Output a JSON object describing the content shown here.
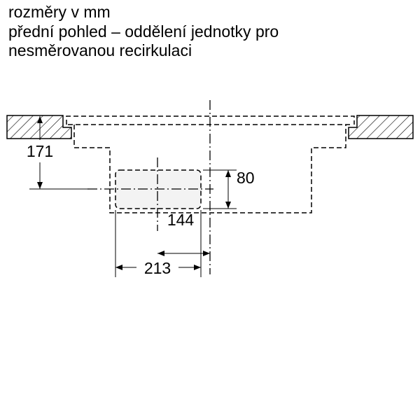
{
  "header": {
    "line1": "rozměry v mm",
    "line2": "přední pohled – oddělení jednotky pro",
    "line3": "nesměrovanou recirkulaci"
  },
  "dimensions": {
    "height_from_top": "171",
    "unit_height": "80",
    "offset_center": "144",
    "unit_width": "213"
  },
  "colors": {
    "line": "#000000",
    "unit_fill": "#f3f3f3"
  }
}
